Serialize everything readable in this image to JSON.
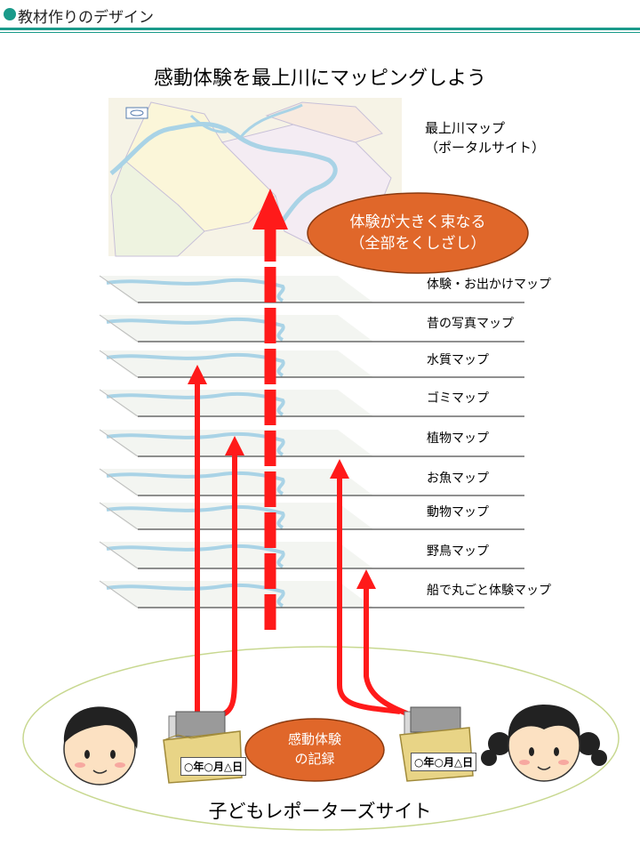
{
  "header": {
    "title": "教材作りのデザイン"
  },
  "main_title": "感動体験を最上川にマッピングしよう",
  "top_map": {
    "line1": "最上川マップ",
    "line2": "（ポータルサイト）"
  },
  "summary_bubble": {
    "line1": "体験が大きく束なる",
    "line2": "（全部をくしざし）"
  },
  "layers": [
    {
      "label": "体験・お出かけマップ"
    },
    {
      "label": "昔の写真マップ"
    },
    {
      "label": "水質マップ"
    },
    {
      "label": "ゴミマップ"
    },
    {
      "label": "植物マップ"
    },
    {
      "label": "お魚マップ"
    },
    {
      "label": "動物マップ"
    },
    {
      "label": "野鳥マップ"
    },
    {
      "label": "船で丸ごと体験マップ"
    }
  ],
  "record_bubble": {
    "line1": "感動体験",
    "line2": "の記録"
  },
  "folders": [
    {
      "stamp": "○年○月△日"
    },
    {
      "stamp": "○年○月△日"
    }
  ],
  "site_title": "子どもレポーターズサイト",
  "colors": {
    "accent": "#1a9a8a",
    "arrow": "#ff1a1a",
    "bubble": "#e0672a",
    "river": "#a9d3e6"
  }
}
